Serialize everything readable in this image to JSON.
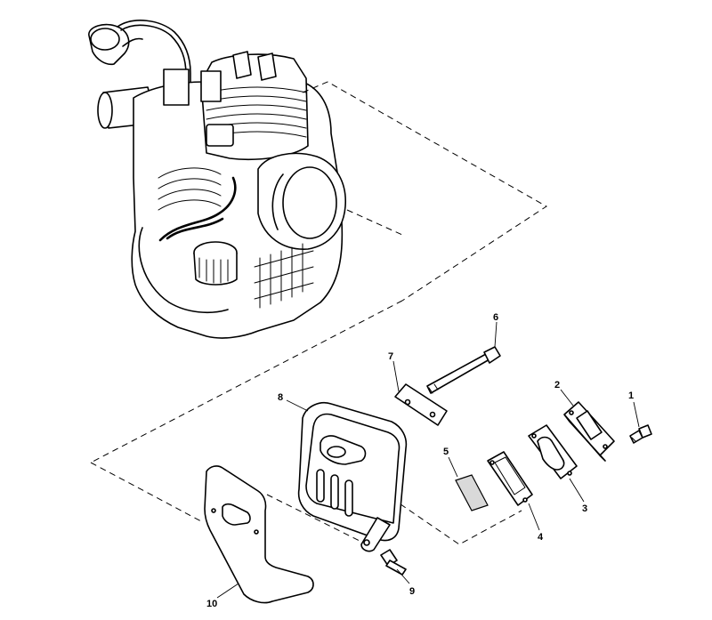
{
  "callouts": [
    {
      "id": "1",
      "part": "bolt"
    },
    {
      "id": "2",
      "part": "exhaust-flange-plate"
    },
    {
      "id": "3",
      "part": "gasket"
    },
    {
      "id": "4",
      "part": "gasket"
    },
    {
      "id": "5",
      "part": "spark-screen"
    },
    {
      "id": "6",
      "part": "long-bolt"
    },
    {
      "id": "7",
      "part": "plate"
    },
    {
      "id": "8",
      "part": "muffler"
    },
    {
      "id": "9",
      "part": "bolt"
    },
    {
      "id": "10",
      "part": "heat-shield"
    }
  ]
}
